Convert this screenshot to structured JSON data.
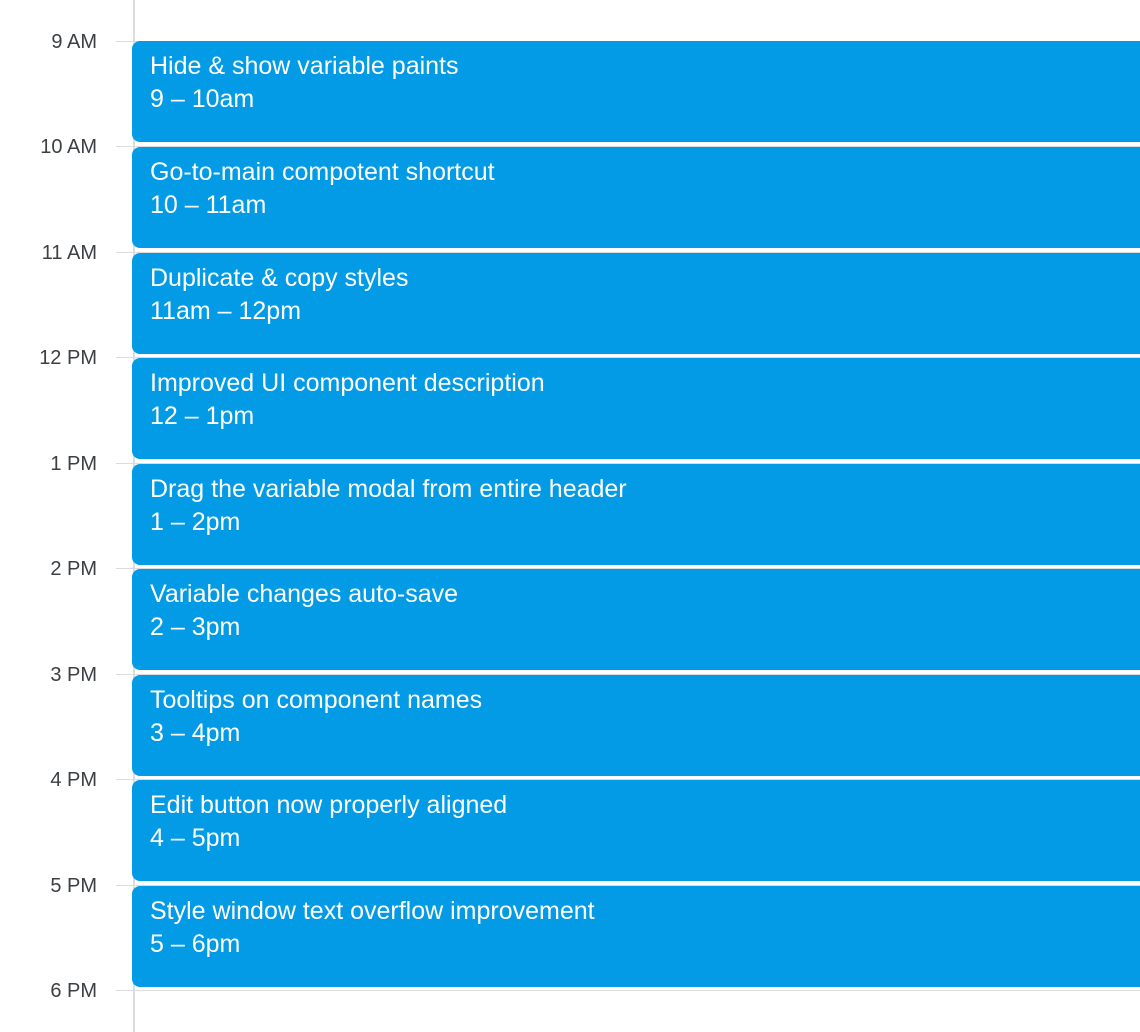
{
  "colors": {
    "event_background": "#039be5",
    "event_text": "#ffffff",
    "gridline": "#dadce0",
    "hour_label": "#3c4043"
  },
  "hours": [
    "9 AM",
    "10 AM",
    "11 AM",
    "12 PM",
    "1 PM",
    "2 PM",
    "3 PM",
    "4 PM",
    "5 PM",
    "6 PM"
  ],
  "events": [
    {
      "title": "Hide & show variable paints",
      "time": "9 – 10am"
    },
    {
      "title": "Go-to-main compotent shortcut",
      "time": "10 – 11am"
    },
    {
      "title": "Duplicate & copy styles",
      "time": "11am – 12pm"
    },
    {
      "title": "Improved UI component description",
      "time": "12 – 1pm"
    },
    {
      "title": "Drag the variable modal from entire header",
      "time": "1 – 2pm"
    },
    {
      "title": "Variable changes auto-save",
      "time": "2 – 3pm"
    },
    {
      "title": "Tooltips on component names",
      "time": "3 – 4pm"
    },
    {
      "title": "Edit button now properly aligned",
      "time": "4 – 5pm"
    },
    {
      "title": "Style window text overflow improvement",
      "time": "5 – 6pm"
    }
  ]
}
